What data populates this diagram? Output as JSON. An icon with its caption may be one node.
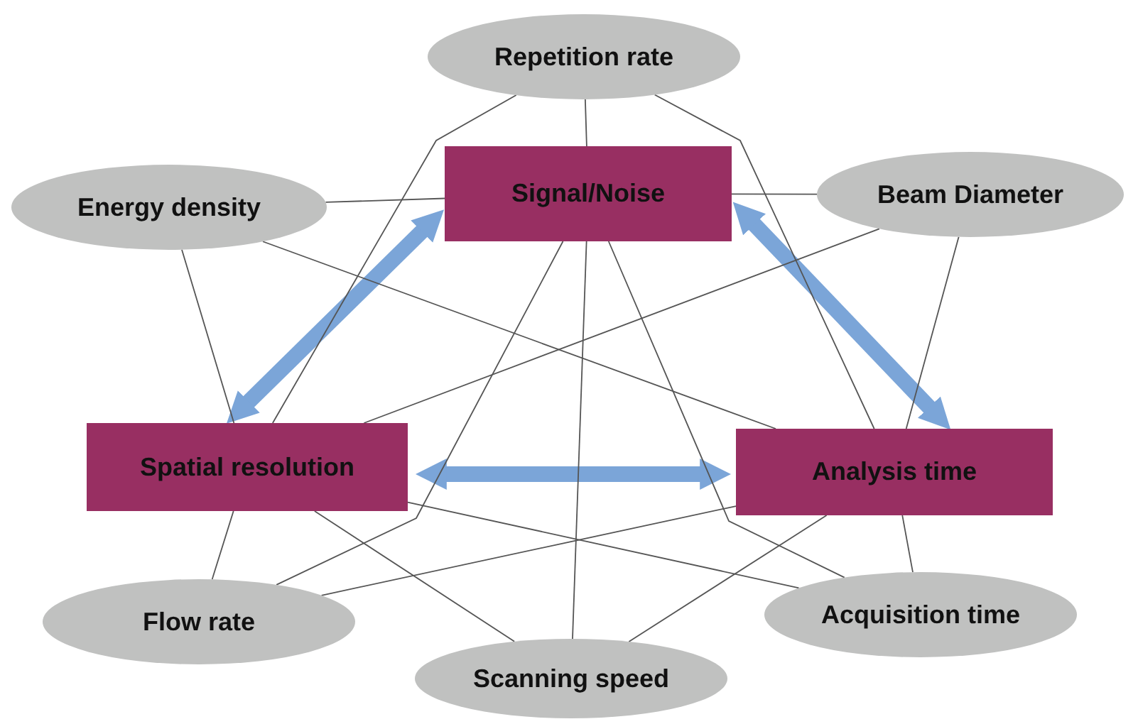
{
  "diagram": {
    "nodes": [
      {
        "text": [
          "Signal/Noise"
        ]
      },
      {
        "text": [
          "Spatial resolution"
        ]
      },
      {
        "text": [
          "Analysis time"
        ]
      },
      {
        "text": [
          "Repetition rate"
        ]
      },
      {
        "text": [
          "Energy density"
        ]
      },
      {
        "text": [
          "Beam Diameter"
        ]
      },
      {
        "text": [
          "Flow rate"
        ]
      },
      {
        "text": [
          "Scanning speed"
        ]
      },
      {
        "text": [
          "Acquisition time"
        ]
      }
    ],
    "edges": [
      {
        "from": 0,
        "to": 1,
        "arrow": "both",
        "style": "thick",
        "color": "#7ba5d8"
      },
      {
        "from": 0,
        "to": 2,
        "arrow": "both",
        "style": "thick",
        "color": "#7ba5d8"
      },
      {
        "from": 1,
        "to": 2,
        "arrow": "both",
        "style": "thick",
        "color": "#7ba5d8"
      },
      {
        "from": 3,
        "to": 0,
        "arrow": "none"
      },
      {
        "from": 3,
        "to": 1,
        "arrow": "none"
      },
      {
        "from": 3,
        "to": 2,
        "arrow": "none"
      },
      {
        "from": 4,
        "to": 0,
        "arrow": "none"
      },
      {
        "from": 4,
        "to": 1,
        "arrow": "none"
      },
      {
        "from": 4,
        "to": 2,
        "arrow": "none"
      },
      {
        "from": 5,
        "to": 0,
        "arrow": "none"
      },
      {
        "from": 5,
        "to": 1,
        "arrow": "none"
      },
      {
        "from": 5,
        "to": 2,
        "arrow": "none"
      },
      {
        "from": 6,
        "to": 0,
        "arrow": "none"
      },
      {
        "from": 6,
        "to": 1,
        "arrow": "none"
      },
      {
        "from": 6,
        "to": 2,
        "arrow": "none"
      },
      {
        "from": 7,
        "to": 0,
        "arrow": "none"
      },
      {
        "from": 7,
        "to": 1,
        "arrow": "none"
      },
      {
        "from": 7,
        "to": 2,
        "arrow": "none"
      },
      {
        "from": 8,
        "to": 0,
        "arrow": "none"
      },
      {
        "from": 8,
        "to": 1,
        "arrow": "none"
      },
      {
        "from": 8,
        "to": 2,
        "arrow": "none"
      }
    ]
  }
}
